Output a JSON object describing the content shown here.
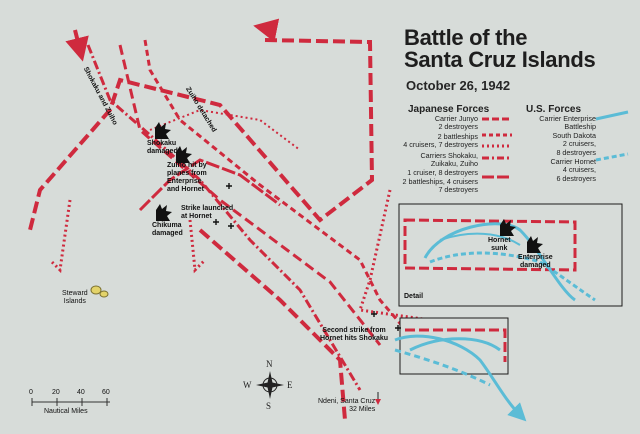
{
  "title": {
    "line1": "Battle of the",
    "line2": "Santa Cruz Islands",
    "date": "October 26, 1942"
  },
  "legend": {
    "japanese": {
      "heading": "Japanese Forces",
      "entries": [
        [
          "Carrier Junyo",
          "2 destroyers"
        ],
        [
          "2 battleships",
          "4 cruisers, 7 destroyers"
        ],
        [
          "Carriers Shokaku,",
          "Zuikaku, Zuiho",
          "1 cruiser, 8 destroyers"
        ],
        [
          "2 battleships, 4 cruisers",
          "7 destroyers"
        ]
      ]
    },
    "us": {
      "heading": "U.S. Forces",
      "entries": [
        [
          "Carrier Enterprise",
          "Battleship",
          "South Dakota",
          "2 cruisers,",
          "8 destroyers"
        ],
        [
          "Carrier Hornet",
          "4 cruisers,",
          "6 destroyers"
        ]
      ]
    }
  },
  "labels": {
    "shokaku_zuiho": "Shokaku and Zuiho",
    "zuiho_detached": "Zuiho detached",
    "shokaku_damaged": [
      "Shokaku",
      "damaged"
    ],
    "zuiho_hit": [
      "Zuiho hit by",
      "planes from",
      "Enterprise",
      "and Hornet"
    ],
    "strike": [
      "Strike launched",
      "at Hornet"
    ],
    "chikuma": [
      "Chikuma",
      "damaged"
    ],
    "steward": [
      "Steward",
      "Islands"
    ],
    "hornet_sunk": [
      "Hornet",
      "sunk"
    ],
    "enterprise_damaged": [
      "Enterprise",
      "damaged"
    ],
    "detail": "Detail",
    "second_strike": [
      "Second strike from",
      "Hornet hits Shokaku"
    ],
    "ndeni": [
      "Ndeni, Santa Cruz",
      "32 Miles"
    ]
  },
  "scale": {
    "ticks": [
      "0",
      "20",
      "40",
      "60"
    ],
    "label": "Nautical Miles"
  },
  "compass": {
    "n": "N",
    "s": "S",
    "e": "E",
    "w": "W"
  },
  "colors": {
    "sea": "#d7dcd9",
    "japanese": "#cf2a3e",
    "us": "#5bbcd6",
    "text": "#1e1e1e"
  }
}
